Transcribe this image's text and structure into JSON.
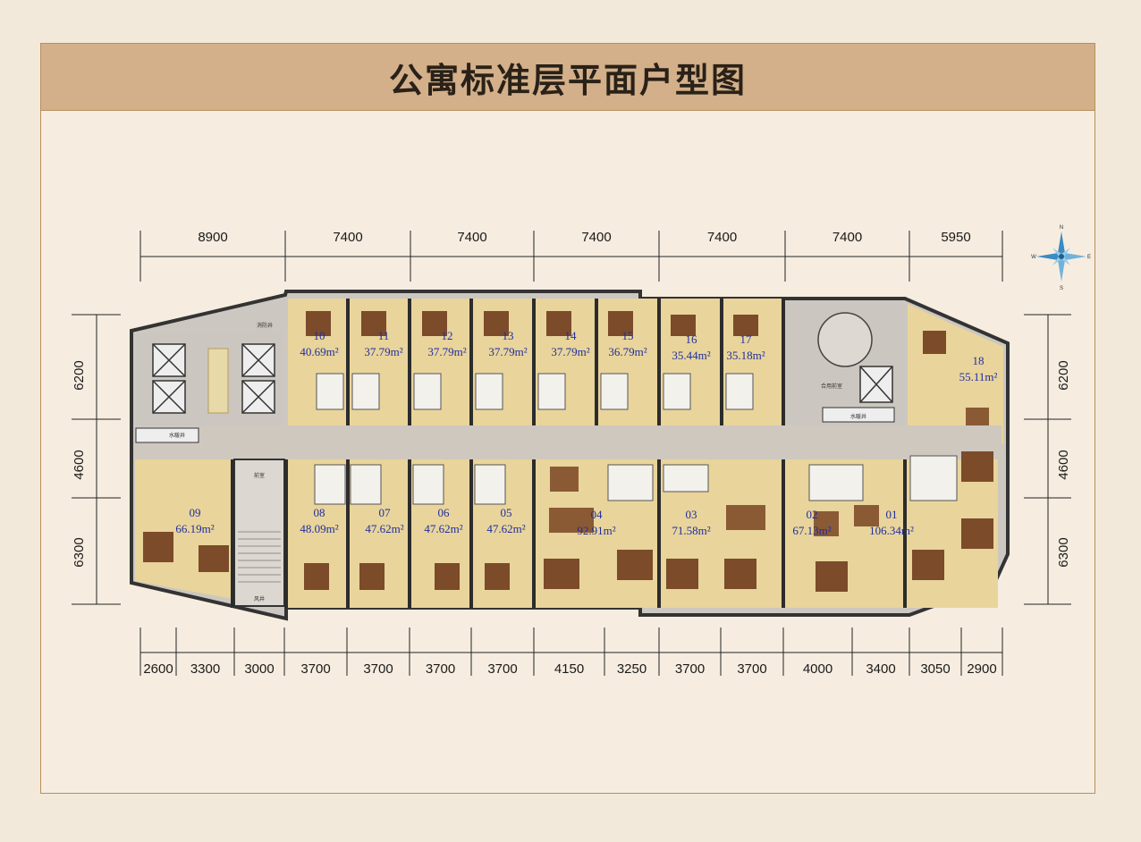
{
  "title": "公寓标准层平面户型图",
  "top_dims": [
    "8900",
    "7400",
    "7400",
    "7400",
    "7400",
    "7400",
    "5950"
  ],
  "bottom_dims": [
    "2600",
    "3300",
    "3000",
    "3700",
    "3700",
    "3700",
    "3700",
    "4150",
    "3250",
    "3700",
    "3700",
    "4000",
    "3400",
    "3050",
    "2900"
  ],
  "left_dims": [
    "6200",
    "4600",
    "6300"
  ],
  "right_dims": [
    "6200",
    "4600",
    "6300"
  ],
  "room_labels": [
    "消防井",
    "水暖井",
    "前室",
    "风井",
    "合用前室",
    "水暖井"
  ],
  "compass": {
    "n": "N",
    "s": "S",
    "e": "E",
    "w": "W"
  },
  "units": [
    {
      "no": "10",
      "area": "40.69m²"
    },
    {
      "no": "11",
      "area": "37.79m²"
    },
    {
      "no": "12",
      "area": "37.79m²"
    },
    {
      "no": "13",
      "area": "37.79m²"
    },
    {
      "no": "14",
      "area": "37.79m²"
    },
    {
      "no": "15",
      "area": "36.79m²"
    },
    {
      "no": "16",
      "area": "35.44m²"
    },
    {
      "no": "17",
      "area": "35.18m²"
    },
    {
      "no": "18",
      "area": "55.11m²"
    },
    {
      "no": "09",
      "area": "66.19m²"
    },
    {
      "no": "08",
      "area": "48.09m²"
    },
    {
      "no": "07",
      "area": "47.62m²"
    },
    {
      "no": "06",
      "area": "47.62m²"
    },
    {
      "no": "05",
      "area": "47.62m²"
    },
    {
      "no": "04",
      "area": "92.91m²"
    },
    {
      "no": "03",
      "area": "71.58m²"
    },
    {
      "no": "02",
      "area": "67.13m²"
    },
    {
      "no": "01",
      "area": "106.34m²"
    }
  ],
  "colors": {
    "floor": "#e8d29b",
    "wall": "#3a3a3a",
    "corridor": "#c9c2b8",
    "core": "#ccc7c0",
    "frame": "#b98e5d",
    "title_bg": "#d3b08a",
    "unit_text": "#1e2f9e"
  }
}
